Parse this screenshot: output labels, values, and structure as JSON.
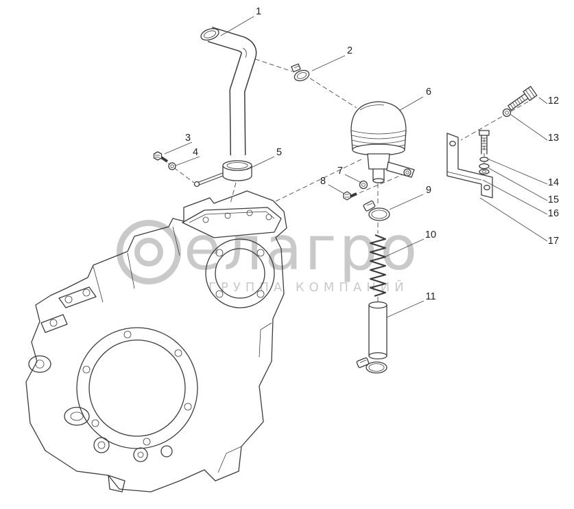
{
  "page": {
    "background": "#ffffff"
  },
  "colors": {
    "line": "#3a3a3a",
    "leader": "#4a4a4a",
    "watermark": "#c9c9c9"
  },
  "watermark": {
    "logo": "belagro-circle-logo",
    "text": "елагро",
    "subtitle": "ГРУППА КОМПАНИЙ"
  },
  "callouts": [
    {
      "label": "1",
      "part": "breather-pipe"
    },
    {
      "label": "2",
      "part": "small-hose-clamp"
    },
    {
      "label": "3",
      "part": "bolt"
    },
    {
      "label": "4",
      "part": "washer"
    },
    {
      "label": "5",
      "part": "pipe-clamp-with-strap"
    },
    {
      "label": "6",
      "part": "breather-cap-assembly"
    },
    {
      "label": "7",
      "part": "washer"
    },
    {
      "label": "8",
      "part": "bolt"
    },
    {
      "label": "9",
      "part": "hose-clamp"
    },
    {
      "label": "10",
      "part": "spring"
    },
    {
      "label": "11",
      "part": "hose-tube"
    },
    {
      "label": "12",
      "part": "bolt"
    },
    {
      "label": "13",
      "part": "washer"
    },
    {
      "label": "14",
      "part": "spring-washer"
    },
    {
      "label": "15",
      "part": "flat-washer"
    },
    {
      "label": "16",
      "part": "bracket-hole"
    },
    {
      "label": "17",
      "part": "mounting-bracket"
    }
  ]
}
